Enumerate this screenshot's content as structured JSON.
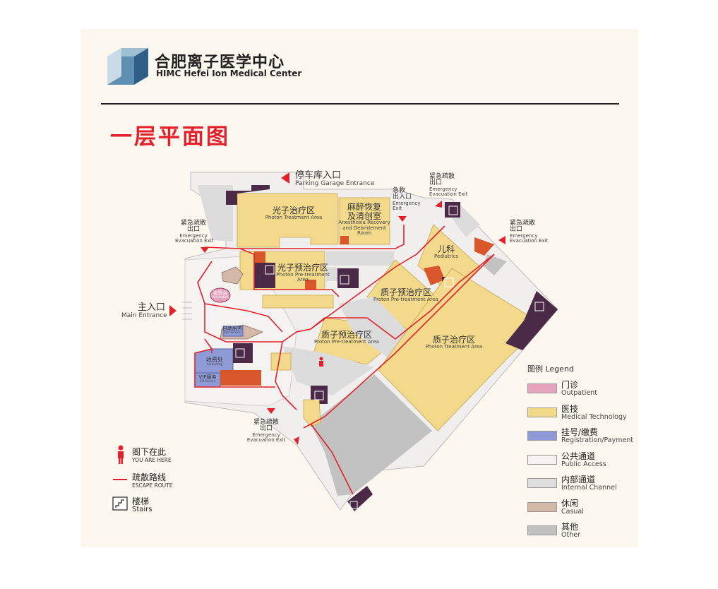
{
  "header": {
    "logo_cn": "合肥离子医学中心",
    "logo_en": "HIMC Hefei Ion Medical Center",
    "floor_title": "一层平面图"
  },
  "colors": {
    "outpatient": "#e6a5bd",
    "medical": "#f2d98c",
    "registration": "#8f9bd6",
    "public": "#f5f3f2",
    "internal": "#dedede",
    "casual": "#d4b8a8",
    "other": "#c2c2c2",
    "stair": "#4a2a47",
    "red": "#e5202a",
    "orange": "#d9552a"
  },
  "map": {
    "parking": {
      "cn": "停车库入口",
      "en": "Parking Garage Entrance"
    },
    "emergency_entrance": {
      "cn": "急救\n出入口",
      "en": "Emergency\nExit"
    },
    "exit_top": {
      "cn": "紧急疏散\n出口",
      "en": "Emergency\nEvacuation Exit"
    },
    "exit_right": {
      "cn": "紧急疏散\n出口",
      "en": "Emergency\nEvacuation Exit"
    },
    "exit_left": {
      "cn": "紧急疏散\n出口",
      "en": "Emergency\nEvacuation Exit"
    },
    "exit_bottom": {
      "cn": "紧急疏散\n出口",
      "en": "Emergency\nEvacuation Exit"
    },
    "main_entrance": {
      "cn": "主入口",
      "en": "Main Entrance"
    },
    "photon_treatment": {
      "cn": "光子治疗区",
      "en": "Photon Treatment Area"
    },
    "anesthesia": {
      "cn": "麻醉恢复\n及清创室",
      "en": "Anesthesia Recovery\nand Debridement\nRoom"
    },
    "photon_pre": {
      "cn": "光子预治疗区",
      "en": "Photon Pre-treatment\nArea"
    },
    "pediatrics": {
      "cn": "儿科",
      "en": "Pediatrics"
    },
    "proton_pre_1": {
      "cn": "质子预治疗区",
      "en": "Proton Pre-treatment Area"
    },
    "proton_pre_2": {
      "cn": "质子预治疗区",
      "en": "Proton Pre-treatment Area"
    },
    "proton_treatment": {
      "cn": "质子治疗区",
      "en": "Photon Treatment Area"
    },
    "info_desk": {
      "cn": "咨询台",
      "en": "Information"
    },
    "self_service": {
      "cn": "自助服务",
      "en": "Self Service"
    },
    "cashier": {
      "cn": "收费处",
      "en": "Accounting"
    },
    "vip": {
      "cn": "VIP服务",
      "en": "VIP Service"
    }
  },
  "legend": {
    "title": "图例 Legend",
    "items": [
      {
        "cn": "门诊",
        "en": "Outpatient",
        "color": "#e6a5bd"
      },
      {
        "cn": "医技",
        "en": "Medical Technology",
        "color": "#f2d98c"
      },
      {
        "cn": "挂号/缴费",
        "en": "Registration/Payment",
        "color": "#8f9bd6"
      },
      {
        "cn": "公共通道",
        "en": "Public Access",
        "color": "#f5f3f2"
      },
      {
        "cn": "内部通道",
        "en": "Internal Channel",
        "color": "#dedede"
      },
      {
        "cn": "休闲",
        "en": "Casual",
        "color": "#d4b8a8"
      },
      {
        "cn": "其他",
        "en": "Other",
        "color": "#c2c2c2"
      }
    ]
  },
  "bottom_legend": {
    "you_are_here": {
      "cn": "阁下在此",
      "en": "YOU ARE HERE"
    },
    "escape_route": {
      "cn": "疏散路线",
      "en": "ESCAPE ROUTE"
    },
    "stairs": {
      "cn": "楼梯",
      "en": "Stairs"
    }
  }
}
